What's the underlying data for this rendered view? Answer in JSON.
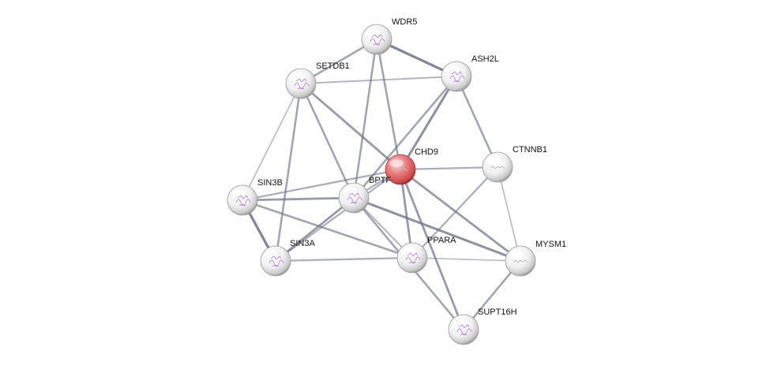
{
  "network": {
    "query_color": "#e05a5a",
    "node_color": "#ffffff",
    "structure_color": "#b58be0",
    "edge_color": "#6d7085",
    "nodes": [
      {
        "id": "WDR5",
        "label": "WDR5",
        "query": false,
        "structure": true
      },
      {
        "id": "ASH2L",
        "label": "ASH2L",
        "query": false,
        "structure": true
      },
      {
        "id": "SETDB1",
        "label": "SETDB1",
        "query": false,
        "structure": true
      },
      {
        "id": "CHD9",
        "label": "CHD9",
        "query": true,
        "structure": false
      },
      {
        "id": "CTNNB1",
        "label": "CTNNB1",
        "query": false,
        "structure": false
      },
      {
        "id": "SIN3B",
        "label": "SIN3B",
        "query": false,
        "structure": true
      },
      {
        "id": "BPTF",
        "label": "BPTF",
        "query": false,
        "structure": true
      },
      {
        "id": "SIN3A",
        "label": "SIN3A",
        "query": false,
        "structure": true
      },
      {
        "id": "PPARA",
        "label": "PPARA",
        "query": false,
        "structure": true
      },
      {
        "id": "MYSM1",
        "label": "MYSM1",
        "query": false,
        "structure": false
      },
      {
        "id": "SUPT16H",
        "label": "SUPT16H",
        "query": false,
        "structure": true
      }
    ],
    "edges": [
      {
        "source": "WDR5",
        "target": "ASH2L",
        "confidence": 0.9
      },
      {
        "source": "WDR5",
        "target": "SETDB1",
        "confidence": 0.6
      },
      {
        "source": "WDR5",
        "target": "CHD9",
        "confidence": 0.6
      },
      {
        "source": "WDR5",
        "target": "BPTF",
        "confidence": 0.6
      },
      {
        "source": "ASH2L",
        "target": "SETDB1",
        "confidence": 0.4
      },
      {
        "source": "ASH2L",
        "target": "CHD9",
        "confidence": 0.8
      },
      {
        "source": "ASH2L",
        "target": "CTNNB1",
        "confidence": 0.6
      },
      {
        "source": "ASH2L",
        "target": "BPTF",
        "confidence": 0.6
      },
      {
        "source": "SETDB1",
        "target": "CHD9",
        "confidence": 0.7
      },
      {
        "source": "SETDB1",
        "target": "SIN3B",
        "confidence": 0.3
      },
      {
        "source": "SETDB1",
        "target": "SIN3A",
        "confidence": 0.6
      },
      {
        "source": "SETDB1",
        "target": "BPTF",
        "confidence": 0.6
      },
      {
        "source": "CHD9",
        "target": "CTNNB1",
        "confidence": 0.5
      },
      {
        "source": "CHD9",
        "target": "BPTF",
        "confidence": 0.5
      },
      {
        "source": "CHD9",
        "target": "PPARA",
        "confidence": 0.7
      },
      {
        "source": "CHD9",
        "target": "MYSM1",
        "confidence": 0.7
      },
      {
        "source": "CHD9",
        "target": "SUPT16H",
        "confidence": 0.7
      },
      {
        "source": "CHD9",
        "target": "SIN3B",
        "confidence": 0.5
      },
      {
        "source": "CHD9",
        "target": "SIN3A",
        "confidence": 0.5
      },
      {
        "source": "CTNNB1",
        "target": "PPARA",
        "confidence": 0.5
      },
      {
        "source": "CTNNB1",
        "target": "MYSM1",
        "confidence": 0.3
      },
      {
        "source": "SIN3B",
        "target": "BPTF",
        "confidence": 0.7
      },
      {
        "source": "SIN3B",
        "target": "SIN3A",
        "confidence": 0.9
      },
      {
        "source": "SIN3B",
        "target": "PPARA",
        "confidence": 0.6
      },
      {
        "source": "BPTF",
        "target": "SIN3A",
        "confidence": 0.7
      },
      {
        "source": "BPTF",
        "target": "PPARA",
        "confidence": 0.4
      },
      {
        "source": "BPTF",
        "target": "MYSM1",
        "confidence": 0.8
      },
      {
        "source": "BPTF",
        "target": "SUPT16H",
        "confidence": 0.6
      },
      {
        "source": "SIN3A",
        "target": "PPARA",
        "confidence": 0.5
      },
      {
        "source": "PPARA",
        "target": "MYSM1",
        "confidence": 0.3
      },
      {
        "source": "MYSM1",
        "target": "SUPT16H",
        "confidence": 0.6
      }
    ]
  }
}
